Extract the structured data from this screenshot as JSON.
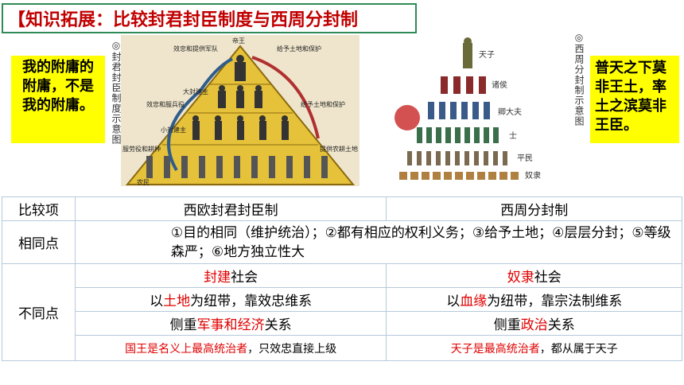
{
  "title": "【知识拓展：比较封君封臣制度与西周分封制",
  "left_box": "我的附庸的附庸，不是我的附庸。",
  "right_box": "普天之下莫非王土，率土之滨莫非王臣。",
  "left_caption": "◎封君封臣制度示意图",
  "right_caption": "◎西周分封制示意图",
  "pyramid": {
    "levels": [
      "帝王",
      "大封建主",
      "小封建主",
      "农民"
    ],
    "left_flows": [
      "效忠和提供军队",
      "效忠和服兵役",
      "服劳役和耕种"
    ],
    "right_flows": [
      "给予土地和保护",
      "给予土地和保护",
      "提供农耕土地"
    ]
  },
  "zhou": {
    "levels": [
      "天子",
      "诸侯",
      "卿大夫",
      "士",
      "平民",
      "奴隶"
    ]
  },
  "table": {
    "headers": [
      "比较项",
      "西欧封君封臣制",
      "西周分封制"
    ],
    "same_label": "相同点",
    "same_text": "①目的相同（维护统治）；②都有相应的权利义务；③给予土地；④层层分封；⑤等级森严；⑥地方独立性大",
    "diff_label": "不同点",
    "rows": [
      {
        "left": [
          {
            "t": "封建",
            "red": true
          },
          {
            "t": "社会",
            "red": false
          }
        ],
        "right": [
          {
            "t": "奴隶",
            "red": true
          },
          {
            "t": "社会",
            "red": false
          }
        ]
      },
      {
        "left": [
          {
            "t": "以",
            "red": false
          },
          {
            "t": "土地",
            "red": true
          },
          {
            "t": "为纽带，靠效忠维系",
            "red": false
          }
        ],
        "right": [
          {
            "t": "以",
            "red": false
          },
          {
            "t": "血缘",
            "red": true
          },
          {
            "t": "为纽带，靠宗法制维系",
            "red": false
          }
        ]
      },
      {
        "left": [
          {
            "t": "侧重",
            "red": false
          },
          {
            "t": "军事和经济",
            "red": true
          },
          {
            "t": "关系",
            "red": false
          }
        ],
        "right": [
          {
            "t": "侧重",
            "red": false
          },
          {
            "t": "政治",
            "red": true
          },
          {
            "t": "关系",
            "red": false
          }
        ]
      },
      {
        "left": [
          {
            "t": "国王是名义上最高统治者",
            "red": true
          },
          {
            "t": "，只效忠直接上级",
            "red": false
          }
        ],
        "right": [
          {
            "t": "天子是最高统治者",
            "red": true
          },
          {
            "t": "，都从属于天子",
            "red": false
          }
        ]
      }
    ]
  }
}
